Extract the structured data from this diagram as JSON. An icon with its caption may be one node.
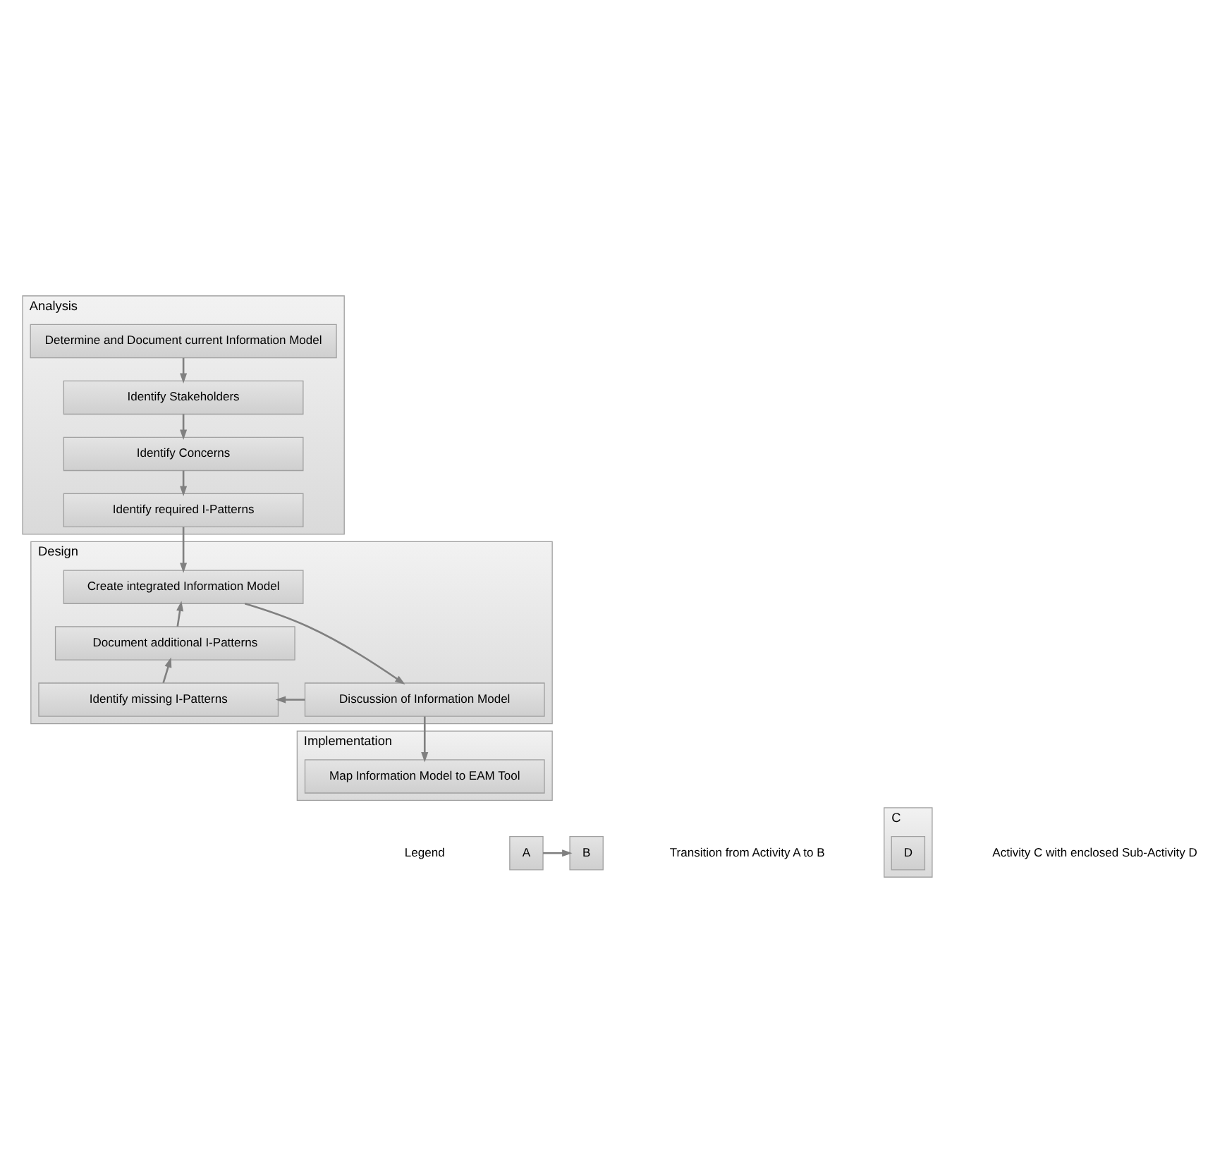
{
  "diagram": {
    "nodes": [
      {
        "text": [
          "Analysis"
        ]
      },
      {
        "text": [
          "Determine and Document current Information Model"
        ],
        "in": 0
      },
      {
        "text": [
          "Identify Stakeholders"
        ],
        "in": 0
      },
      {
        "text": [
          "Identify Concerns"
        ],
        "in": 0
      },
      {
        "text": [
          "Identify required I-Patterns"
        ],
        "in": 0
      },
      {
        "text": [
          "Design"
        ]
      },
      {
        "text": [
          "Create integrated Information Model"
        ],
        "in": 5
      },
      {
        "text": [
          "Document additional I-Patterns"
        ],
        "in": 5
      },
      {
        "text": [
          "Identify missing I-Patterns"
        ],
        "in": 5
      },
      {
        "text": [
          "Discussion of Information Model"
        ],
        "in": 5
      },
      {
        "text": [
          "Implementation"
        ]
      },
      {
        "text": [
          "Map Information Model to EAM Tool"
        ],
        "in": 10
      },
      {
        "text": [
          "A"
        ]
      },
      {
        "text": [
          "B"
        ]
      },
      {
        "text": [
          "C"
        ]
      },
      {
        "text": [
          "D"
        ],
        "in": 14
      }
    ],
    "edges": [
      {
        "from": 1,
        "to": 2,
        "arrow": "to"
      },
      {
        "from": 2,
        "to": 3,
        "arrow": "to"
      },
      {
        "from": 3,
        "to": 4,
        "arrow": "to"
      },
      {
        "from": 4,
        "to": 6,
        "arrow": "to"
      },
      {
        "from": 6,
        "to": 9,
        "arrow": "to"
      },
      {
        "from": 9,
        "to": 8,
        "arrow": "to"
      },
      {
        "from": 8,
        "to": 7,
        "arrow": "to"
      },
      {
        "from": 7,
        "to": 6,
        "arrow": "to"
      },
      {
        "from": 9,
        "to": 11,
        "arrow": "to"
      },
      {
        "from": 12,
        "to": 13,
        "arrow": "to"
      }
    ],
    "labels": [
      "Legend",
      "Transition from Activity A to B",
      "Activity C with enclosed Sub-Activity D"
    ]
  }
}
